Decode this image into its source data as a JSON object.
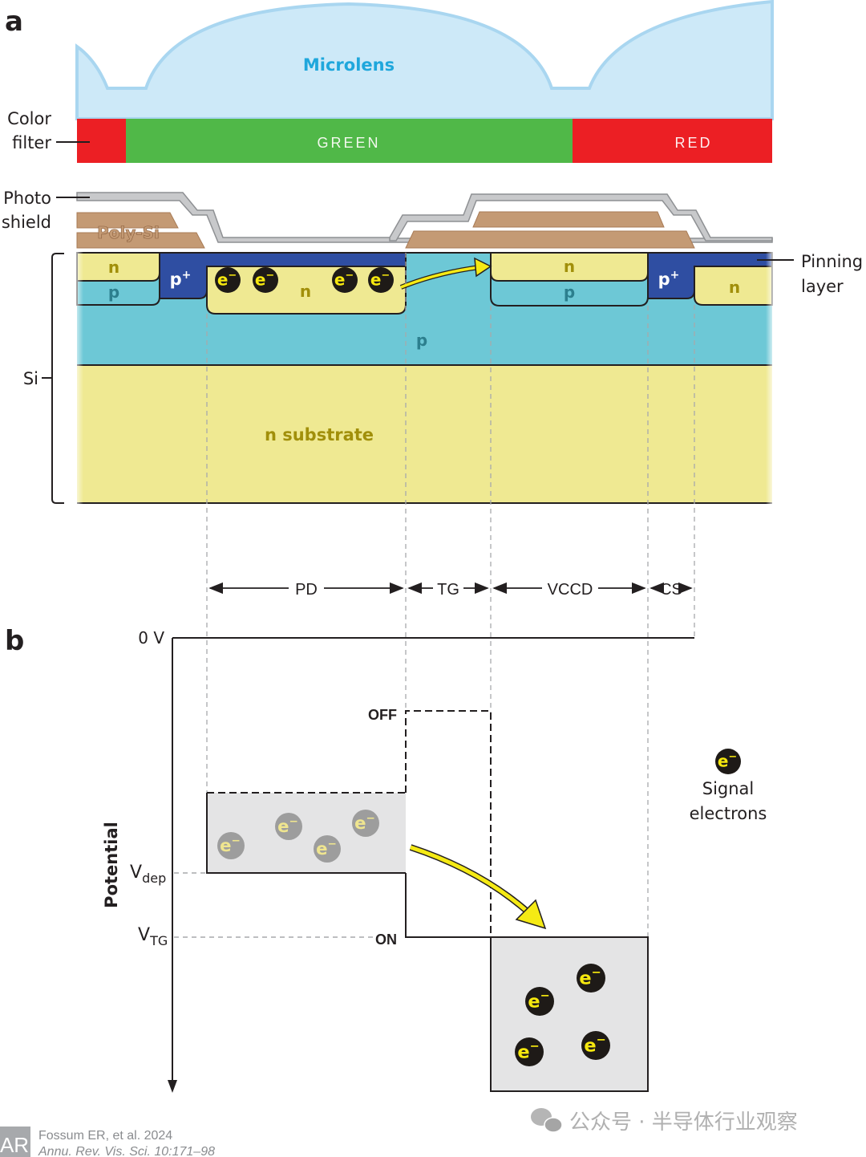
{
  "panel_a": {
    "label": "a",
    "microlens_label": "Microlens",
    "color_filter_label_line1": "Color",
    "color_filter_label_line2": "filter",
    "filters": [
      {
        "name": "RED",
        "color": "#ec1f24",
        "show_label": false
      },
      {
        "name": "GREEN",
        "color": "#50b848",
        "show_label": true
      },
      {
        "name": "RED",
        "color": "#ec1f24",
        "show_label": true
      }
    ],
    "photo_shield_line1": "Photo",
    "photo_shield_line2": "shield",
    "poly_si_label": "Poly-Si",
    "pinning_line1": "Pinning",
    "pinning_line2": "layer",
    "si_label": "Si",
    "regions": {
      "n_left": "n",
      "p_left": "p",
      "p_plus_left": "p",
      "p_plus_right": "p",
      "plus": "+",
      "n_pd": "n",
      "p_well": "p",
      "n_vccd": "n",
      "p_vccd": "p",
      "n_right": "n",
      "n_substrate": "n substrate"
    },
    "electron_label": "e",
    "electron_sup": "−",
    "pd_electron_count": 4
  },
  "dimension_labels": {
    "pd": "PD",
    "tg": "TG",
    "vccd": "VCCD",
    "cs": "CS"
  },
  "panel_b": {
    "label": "b",
    "zero_v": "0 V",
    "axis_label": "Potential",
    "v_dep_main": "V",
    "v_dep_sub": "dep",
    "v_tg_main": "V",
    "v_tg_sub": "TG",
    "off_label": "OFF",
    "on_label": "ON",
    "pd_well_electrons": 4,
    "vccd_well_electrons": 4,
    "legend_line1": "Signal",
    "legend_line2": "electrons"
  },
  "colors": {
    "microlens": "#cde9f8",
    "microlens_edge": "#a9d6f0",
    "microlens_text": "#1fa7dc",
    "photo_shield": "#c8c9cb",
    "photo_shield_edge": "#8e9093",
    "poly_si": "#c49a74",
    "poly_si_text": "#c49a74",
    "pinning": "#2f4ea2",
    "n_region": "#efe992",
    "n_text": "#a18f0a",
    "p_region": "#6dc8d6",
    "p_text": "#2c7f8e",
    "substrate": "#efe992",
    "substrate_text": "#a18f0a",
    "electron_fill": "#1e1a17",
    "electron_text": "#f6e80e",
    "ghost_electron_fill": "#9d9d9d",
    "ghost_electron_text": "#efe58f",
    "well_fill": "#e4e4e5",
    "arrow_yellow": "#f5ea14"
  },
  "footer": {
    "logo_letters": "AR",
    "citation_line1": "Fossum ER, et al. 2024",
    "citation_line2": "Annu. Rev. Vis. Sci. 10:171–98",
    "watermark": "公众号 · 半导体行业观察"
  }
}
